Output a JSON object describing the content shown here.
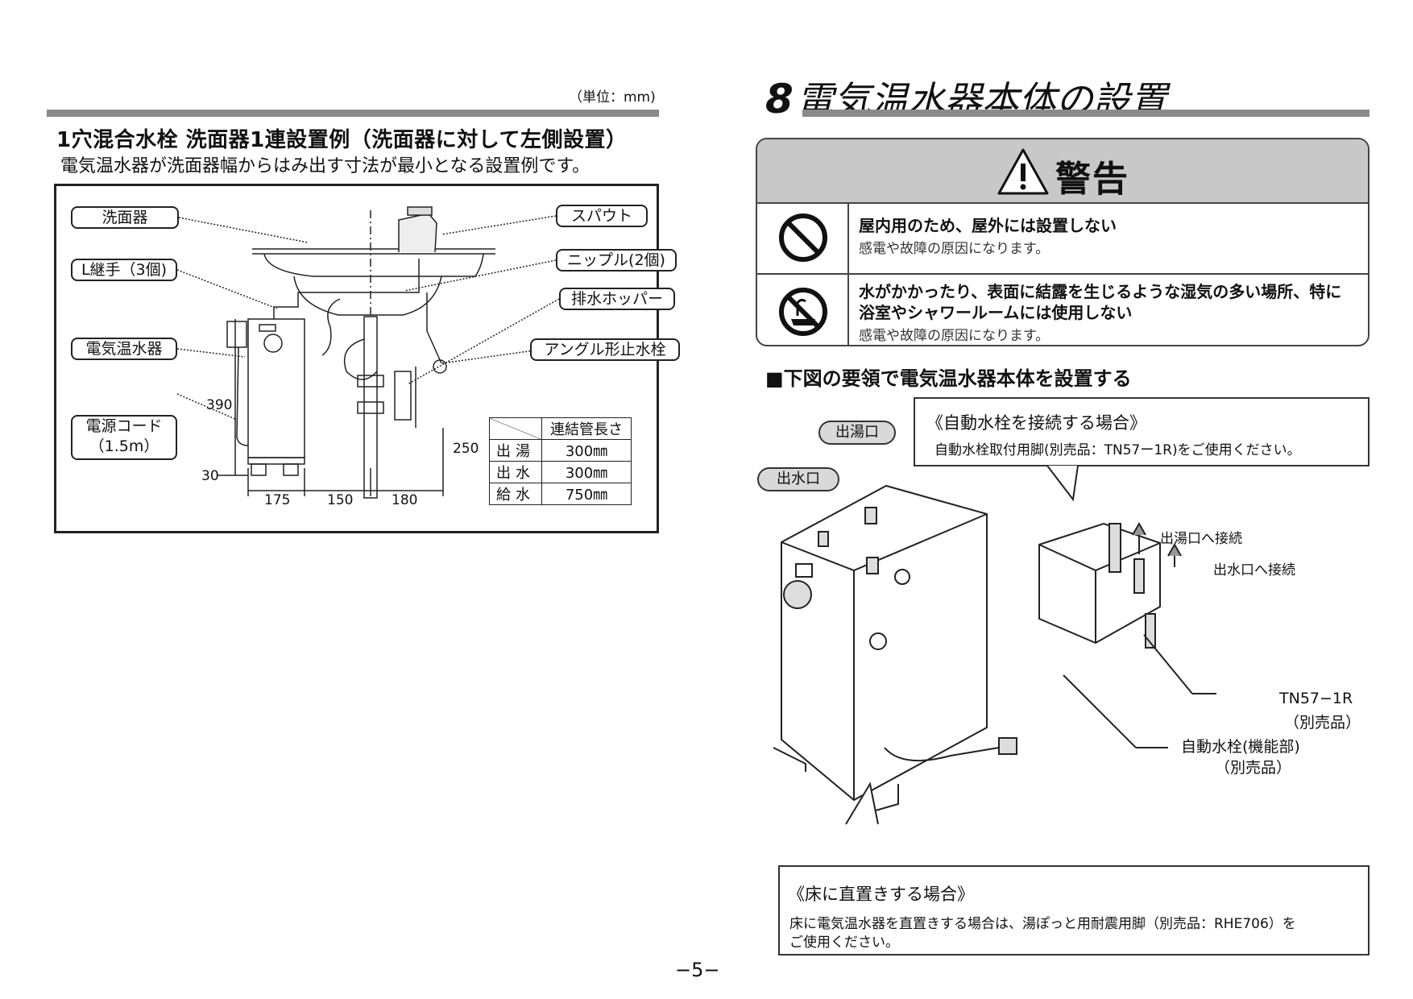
{
  "left": {
    "unit_note": "（単位：mm)",
    "title": "1穴混合水栓 洗面器1連設置例（洗面器に対して左側設置）",
    "subtitle": "電気温水器が洗面器幅からはみ出す寸法が最小となる設置例です。",
    "labels": {
      "basin": "洗面器",
      "spout": "スパウト",
      "nipple": "ニップル(2個)",
      "l_joint": "L継手（3個)",
      "drain_hopper": "排水ホッパー",
      "heater": "電気温水器",
      "angle_valve": "アングル形止水栓",
      "power_cord_1": "電源コード",
      "power_cord_2": "（1.5m）"
    },
    "dims": {
      "h390": "390",
      "h30": "30",
      "h250": "250",
      "w175": "175",
      "w150": "150",
      "w180": "180"
    },
    "pipe_table": {
      "header": "連結管長さ",
      "rows": [
        {
          "name": "出湯",
          "value": "300㎜"
        },
        {
          "name": "出水",
          "value": "300㎜"
        },
        {
          "name": "給水",
          "value": "750㎜"
        }
      ]
    }
  },
  "right": {
    "section_number": "8",
    "section_title": "電気温水器本体の設置",
    "warning_title": "警告",
    "warnings": [
      {
        "icon": "prohibited-icon",
        "main": "屋内用のため、屋外には設置しない",
        "sub": "感電や故障の原因になります。"
      },
      {
        "icon": "no-bathroom-icon",
        "main_1": "水がかかったり、表面に結露を生じるような湿気の多い場所、特に",
        "main_2": "浴室やシャワールームには使用しない",
        "sub": "感電や故障の原因になります。"
      }
    ],
    "install_heading": "■下図の要領で電気温水器本体を設置する",
    "auto_faucet": {
      "title": "《自動水栓を接続する場合》",
      "text": "自動水栓取付用脚(別売品：TN57ー1R)をご使用ください。"
    },
    "pills": {
      "hot_outlet": "出湯口",
      "water_outlet": "出水口"
    },
    "connect_hot": "出湯口へ接続",
    "connect_water": "出水口へ接続",
    "part_tn": "TN57−1R",
    "part_tn_note": "（別売品）",
    "part_auto": "自動水栓(機能部)",
    "part_auto_note": "（別売品）",
    "floor": {
      "title": "《床に直置きする場合》",
      "text_1": "床に電気温水器を直置きする場合は、湯ぽっと用耐震用脚（別売品：RHE706）を",
      "text_2": "ご使用ください。"
    }
  },
  "page_number": "−5−"
}
